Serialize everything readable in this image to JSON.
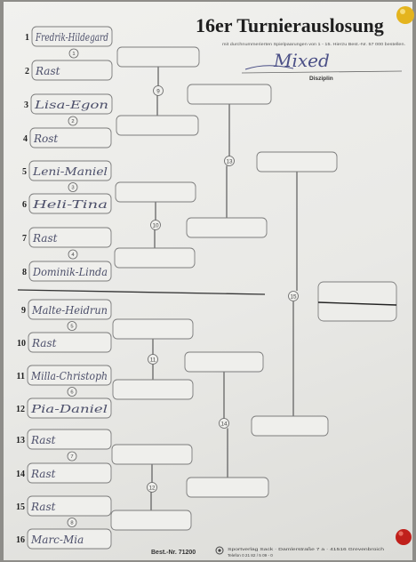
{
  "header": {
    "title": "16er Turnierauslosung",
    "subtitle": "mit durchnummerierten Spielpaarungen von 1 - 15. Hierzu Best.-Nr. 57 000 bestellen.",
    "discipline_value": "Mixed",
    "discipline_label": "Disziplin"
  },
  "players": [
    {
      "num": "1",
      "name": "Fredrik-Hildegard"
    },
    {
      "num": "2",
      "name": "Rast"
    },
    {
      "num": "3",
      "name": "Lisa-Egon"
    },
    {
      "num": "4",
      "name": "Rost"
    },
    {
      "num": "5",
      "name": "Leni-Maniel"
    },
    {
      "num": "6",
      "name": "Heli-Tina"
    },
    {
      "num": "7",
      "name": "Rast"
    },
    {
      "num": "8",
      "name": "Dominik-Linda"
    },
    {
      "num": "9",
      "name": "Malte-Heidrun"
    },
    {
      "num": "10",
      "name": "Rast"
    },
    {
      "num": "11",
      "name": "Milla-Christoph"
    },
    {
      "num": "12",
      "name": "Pia-Daniel"
    },
    {
      "num": "13",
      "name": "Rast"
    },
    {
      "num": "14",
      "name": "Rast"
    },
    {
      "num": "15",
      "name": "Rast"
    },
    {
      "num": "16",
      "name": "Marc-Mia"
    }
  ],
  "matches": [
    "1",
    "2",
    "3",
    "4",
    "5",
    "6",
    "7",
    "8",
    "9",
    "10",
    "11",
    "12",
    "13",
    "14",
    "15"
  ],
  "footer": {
    "order_number": "Best.-Nr. 71200",
    "publisher_line1": "Sportverlag Sack · Damlerstraße 7 a · 41516 Grevenbroich",
    "publisher_line2": "Telefon 0 21 82 / 5 09 - 0"
  },
  "colors": {
    "paper": "#eeeeeb",
    "ink": "#4e4e4e",
    "pin_yellow": "#e4b41e",
    "pin_red": "#c0201b"
  }
}
